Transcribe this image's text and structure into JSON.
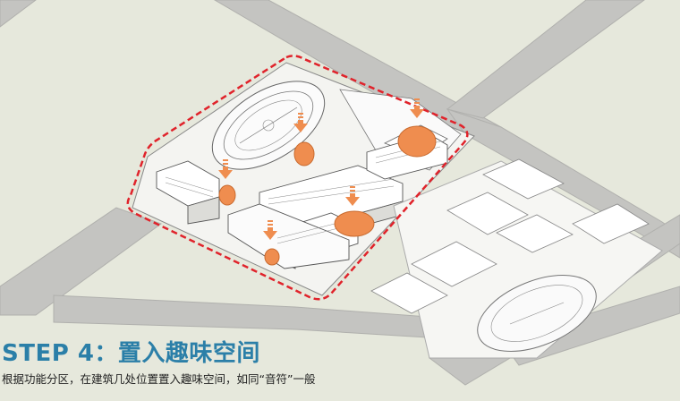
{
  "title": "STEP 4：置入趣味空间",
  "subtitle": "根据功能分区，在建筑几处位置置入趣味空间，如同“音符”一般",
  "colors": {
    "background": "#e6e8dc",
    "road": "#c4c4c1",
    "road_edge": "#b0b0ad",
    "site": "#f2f2ef",
    "building": "#ffffff",
    "line": "#666666",
    "boundary": "#e0232b",
    "accent": "#ef8d4f",
    "accent_dark": "#c96a2e",
    "title": "#2b7fa8"
  },
  "icons": {
    "arrow": "down-arrow-icon",
    "pod": "orange-oval-pod"
  }
}
